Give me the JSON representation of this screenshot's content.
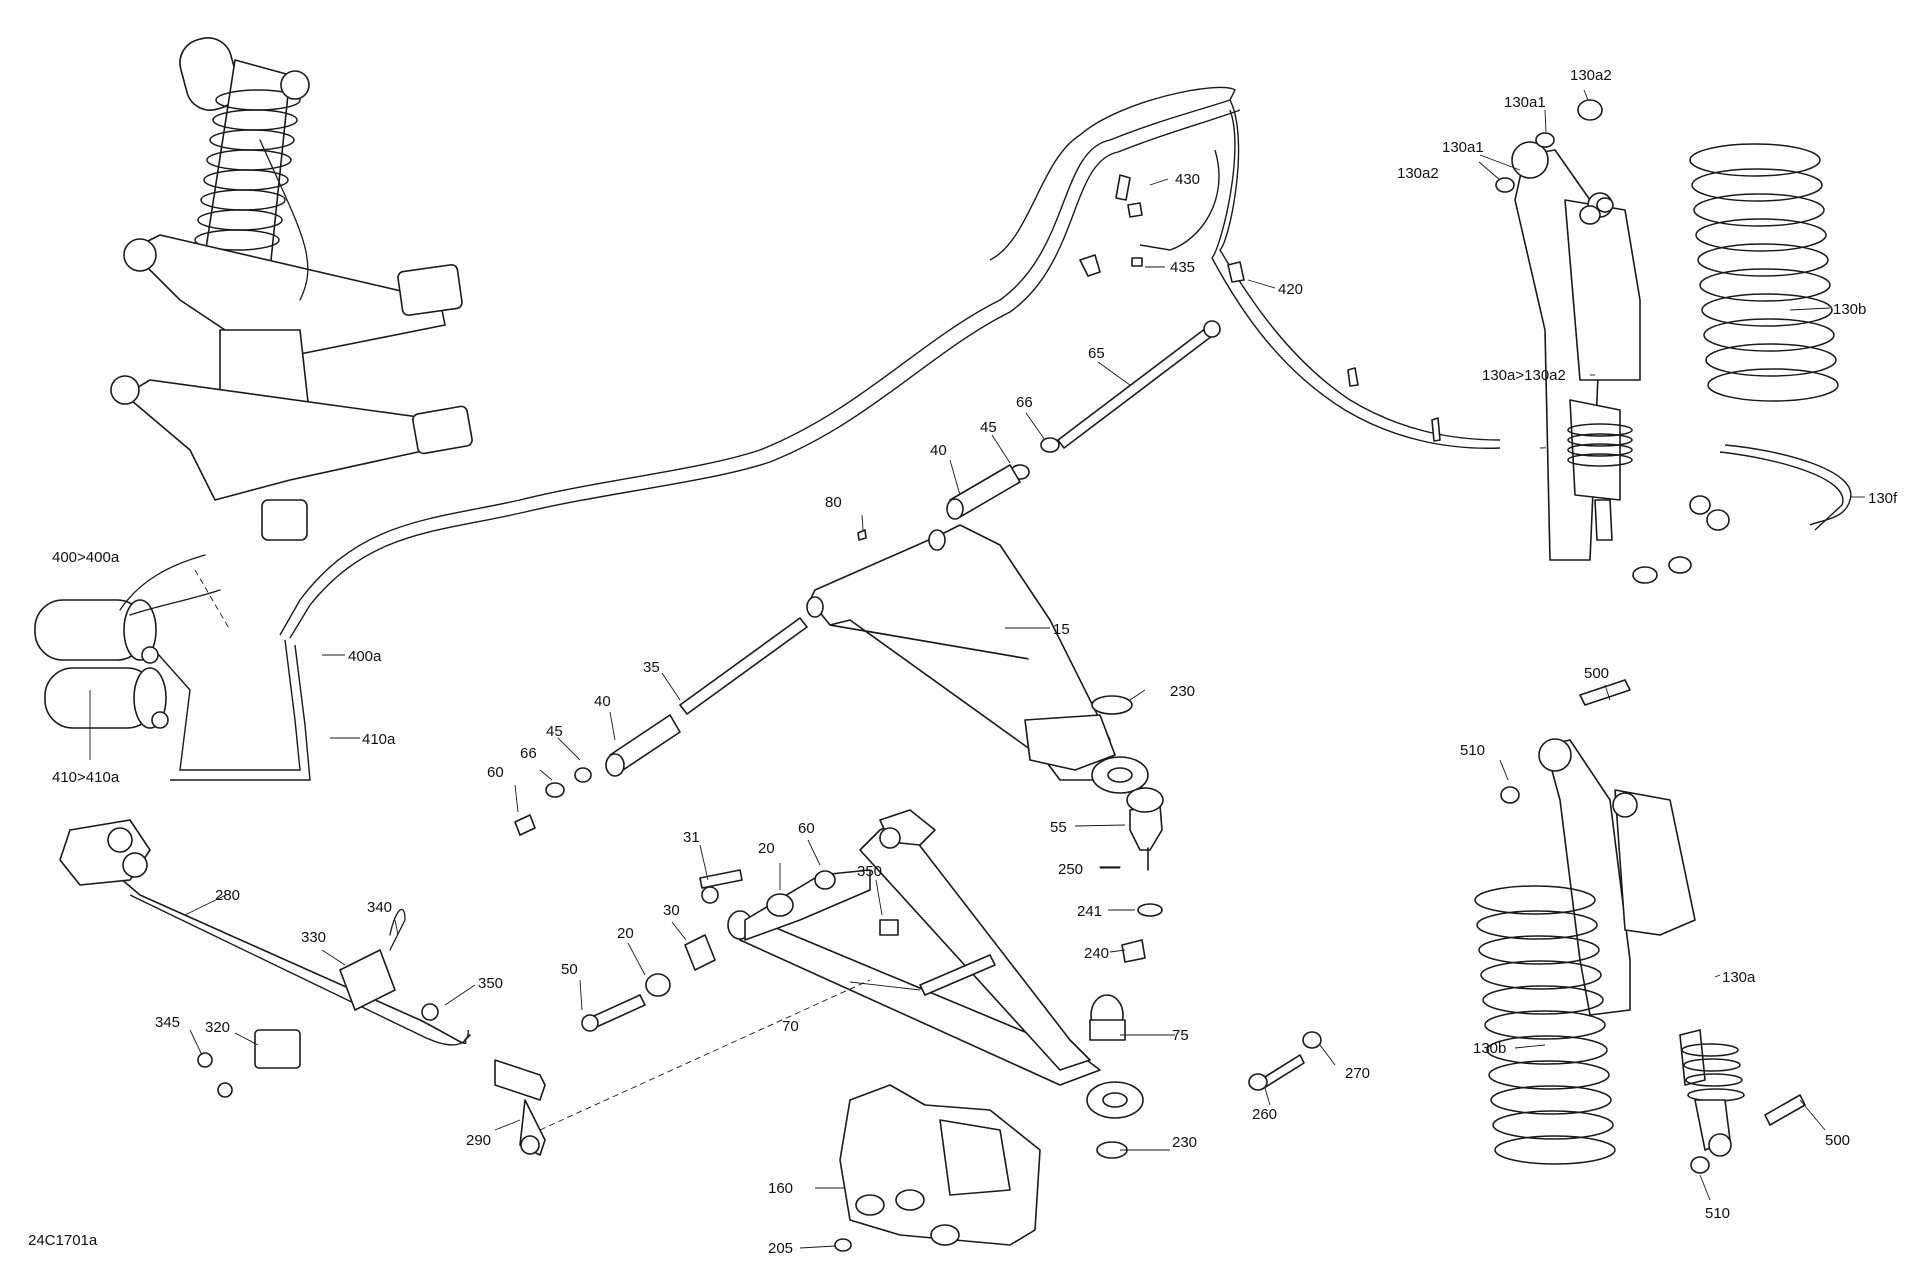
{
  "diagram_id": "24C1701a",
  "callouts": [
    {
      "id": "c-130a2-top",
      "text": "130a2"
    },
    {
      "id": "c-130a1-top",
      "text": "130a1"
    },
    {
      "id": "c-130a1-mid",
      "text": "130a1"
    },
    {
      "id": "c-130a2-left",
      "text": "130a2"
    },
    {
      "id": "c-430",
      "text": "430"
    },
    {
      "id": "c-435",
      "text": "435"
    },
    {
      "id": "c-420",
      "text": "420"
    },
    {
      "id": "c-130b-right",
      "text": "130b"
    },
    {
      "id": "c-65",
      "text": "65"
    },
    {
      "id": "c-66-top",
      "text": "66"
    },
    {
      "id": "c-130a-range",
      "text": "130a>130a2"
    },
    {
      "id": "c-45-top",
      "text": "45"
    },
    {
      "id": "c-40-top",
      "text": "40"
    },
    {
      "id": "c-130f",
      "text": "130f"
    },
    {
      "id": "c-80",
      "text": "80"
    },
    {
      "id": "c-400-range",
      "text": "400>400a"
    },
    {
      "id": "c-15",
      "text": "15"
    },
    {
      "id": "c-400a",
      "text": "400a"
    },
    {
      "id": "c-35",
      "text": "35"
    },
    {
      "id": "c-500-top",
      "text": "500"
    },
    {
      "id": "c-230-top",
      "text": "230"
    },
    {
      "id": "c-410a",
      "text": "410a"
    },
    {
      "id": "c-40-left",
      "text": "40"
    },
    {
      "id": "c-45-left",
      "text": "45"
    },
    {
      "id": "c-510-top",
      "text": "510"
    },
    {
      "id": "c-66-left",
      "text": "66"
    },
    {
      "id": "c-410-range",
      "text": "410>410a"
    },
    {
      "id": "c-60-left",
      "text": "60"
    },
    {
      "id": "c-55",
      "text": "55"
    },
    {
      "id": "c-31",
      "text": "31"
    },
    {
      "id": "c-20-top",
      "text": "20"
    },
    {
      "id": "c-60-mid",
      "text": "60"
    },
    {
      "id": "c-280",
      "text": "280"
    },
    {
      "id": "c-250",
      "text": "250"
    },
    {
      "id": "c-340",
      "text": "340"
    },
    {
      "id": "c-350-mid",
      "text": "350"
    },
    {
      "id": "c-30",
      "text": "30"
    },
    {
      "id": "c-241",
      "text": "241"
    },
    {
      "id": "c-330",
      "text": "330"
    },
    {
      "id": "c-130a",
      "text": "130a"
    },
    {
      "id": "c-240",
      "text": "240"
    },
    {
      "id": "c-20-left",
      "text": "20"
    },
    {
      "id": "c-50",
      "text": "50"
    },
    {
      "id": "c-350-left",
      "text": "350"
    },
    {
      "id": "c-320",
      "text": "320"
    },
    {
      "id": "c-345",
      "text": "345"
    },
    {
      "id": "c-70",
      "text": "70"
    },
    {
      "id": "c-75",
      "text": "75"
    },
    {
      "id": "c-130b-left",
      "text": "130b"
    },
    {
      "id": "c-270",
      "text": "270"
    },
    {
      "id": "c-260",
      "text": "260"
    },
    {
      "id": "c-500-bottom",
      "text": "500"
    },
    {
      "id": "c-290",
      "text": "290"
    },
    {
      "id": "c-230-bottom",
      "text": "230"
    },
    {
      "id": "c-160",
      "text": "160"
    },
    {
      "id": "c-510-bottom",
      "text": "510"
    },
    {
      "id": "c-205",
      "text": "205"
    }
  ]
}
